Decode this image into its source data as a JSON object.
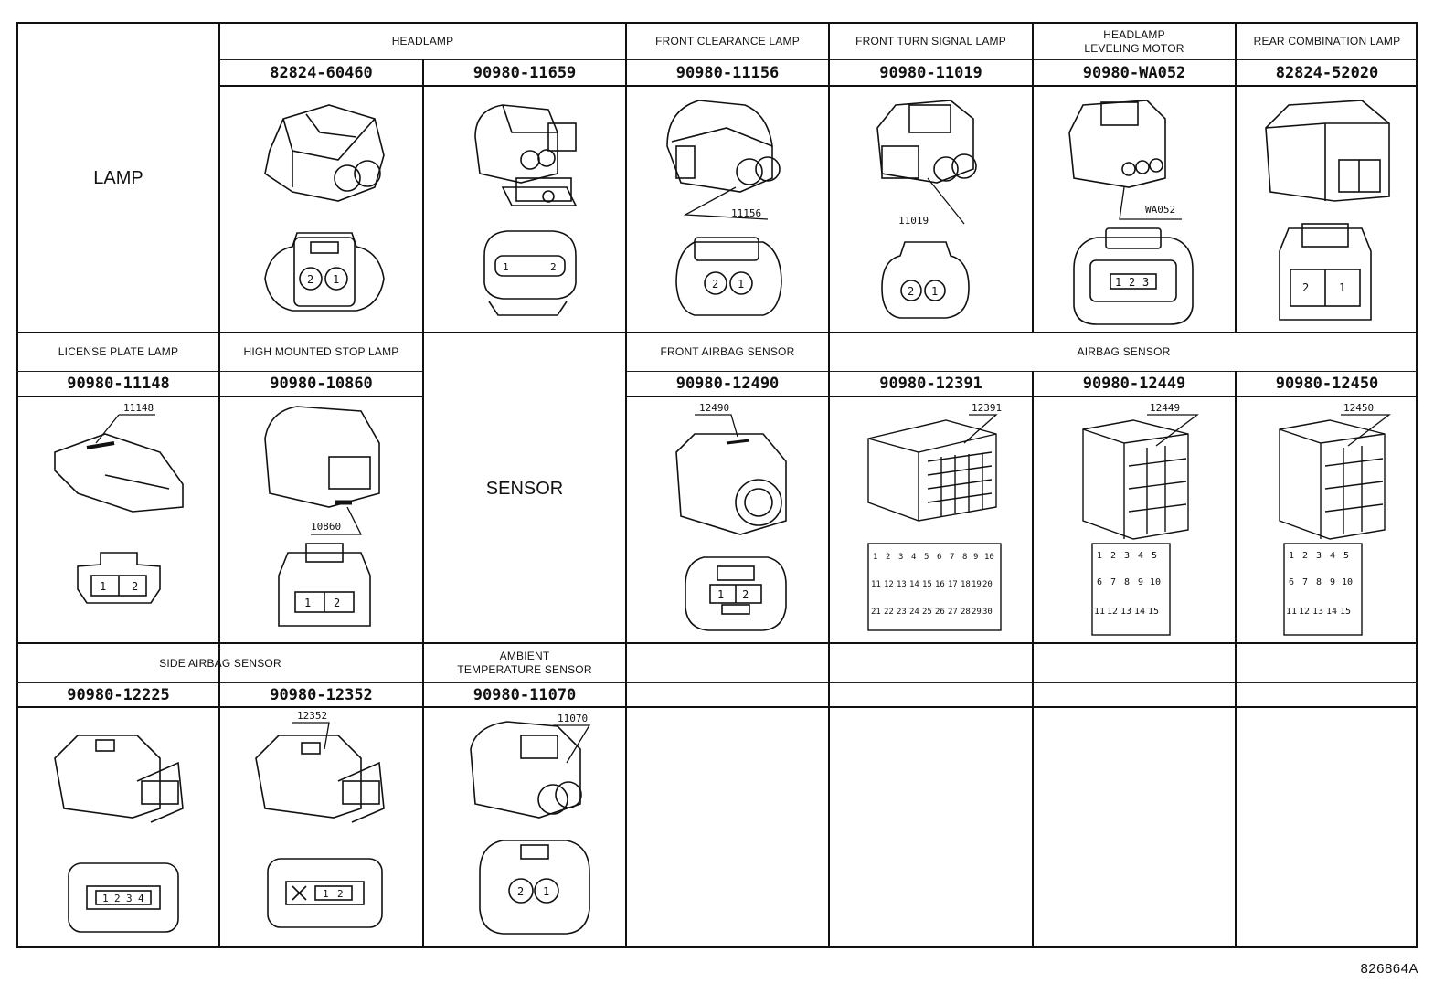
{
  "row1": {
    "left_label": "LAMP",
    "groups": {
      "headlamp": "HEADLAMP",
      "front_clearance": "FRONT CLEARANCE LAMP",
      "front_turn": "FRONT TURN SIGNAL LAMP",
      "headlamp_leveling_line1": "HEADLAMP",
      "headlamp_leveling_line2": "LEVELING MOTOR",
      "rear_combination": "REAR COMBINATION LAMP"
    },
    "parts": [
      "82824-60460",
      "90980-11659",
      "90980-11156",
      "90980-11019",
      "90980-WA052",
      "82824-52020"
    ],
    "callouts": [
      "11156",
      "11019",
      "WA052"
    ],
    "pins": [
      [
        "2",
        "1"
      ],
      [
        "1",
        "2"
      ],
      [
        "2",
        "1"
      ],
      [
        "2",
        "1"
      ],
      [
        "1",
        "2",
        "3"
      ],
      [
        "2",
        "1"
      ]
    ]
  },
  "row2": {
    "groups": {
      "license": "LICENSE PLATE LAMP",
      "high_stop": "HIGH MOUNTED STOP LAMP",
      "sensor_center": "SENSOR",
      "front_airbag": "FRONT AIRBAG SENSOR",
      "airbag": "AIRBAG SENSOR"
    },
    "parts": [
      "90980-11148",
      "90980-10860",
      "90980-12490",
      "90980-12391",
      "90980-12449",
      "90980-12450"
    ],
    "callouts": [
      "11148",
      "10860",
      "12490",
      "12391",
      "12449",
      "12450"
    ],
    "pins": {
      "license": [
        "1",
        "2"
      ],
      "high_stop": [
        "1",
        "2"
      ],
      "front_airbag": [
        "1",
        "2"
      ],
      "p12391_r1": [
        "1",
        "2",
        "3",
        "4",
        "5",
        "6",
        "7",
        "8",
        "9",
        "10"
      ],
      "p12391_r2": [
        "11",
        "12",
        "13",
        "14",
        "15",
        "16",
        "17",
        "18",
        "19",
        "20"
      ],
      "p12391_r3": [
        "21",
        "22",
        "23",
        "24",
        "25",
        "26",
        "27",
        "28",
        "29",
        "30"
      ],
      "p12449_r1": [
        "1",
        "2",
        "3",
        "4",
        "5"
      ],
      "p12449_r2": [
        "6",
        "7",
        "8",
        "9",
        "10"
      ],
      "p12449_r3": [
        "11",
        "12",
        "13",
        "14",
        "15"
      ]
    }
  },
  "row3": {
    "groups": {
      "side_airbag": "SIDE AIRBAG SENSOR",
      "ambient_line1": "AMBIENT",
      "ambient_line2": "TEMPERATURE SENSOR"
    },
    "parts": [
      "90980-12225",
      "90980-12352",
      "90980-11070"
    ],
    "callouts": [
      "12352",
      "11070"
    ],
    "pins": {
      "p12225": [
        "1",
        "2",
        "3",
        "4"
      ],
      "p12352": [
        "1",
        "2"
      ],
      "p11070": [
        "2",
        "1"
      ]
    }
  },
  "footer": {
    "reference": "826864A"
  }
}
